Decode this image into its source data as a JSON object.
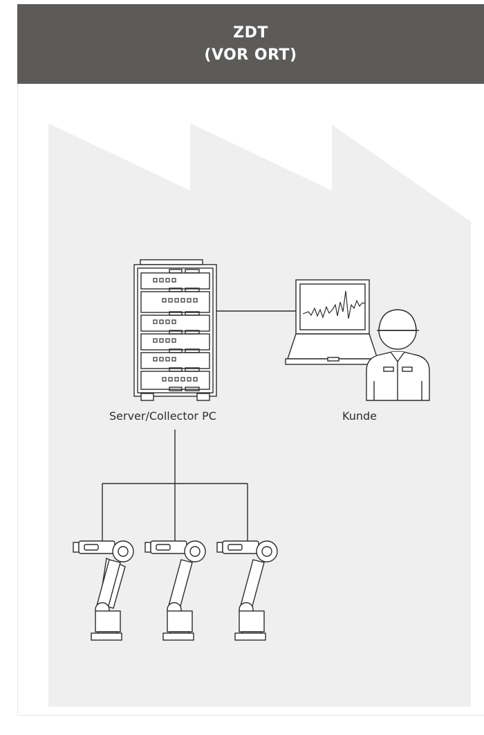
{
  "header": {
    "line1": "ZDT",
    "line2": "(VOR ORT)"
  },
  "nodes": {
    "server_label": "Server/Collector PC",
    "customer_label": "Kunde"
  },
  "robots": {
    "count": 3
  },
  "colors": {
    "header_bg": "#5c5b59",
    "factory_bg": "#efefef",
    "line": "#2b2b2b"
  },
  "icons": [
    "factory-silhouette",
    "server-rack-icon",
    "laptop-icon",
    "engineer-icon",
    "robot-arm-icon"
  ]
}
